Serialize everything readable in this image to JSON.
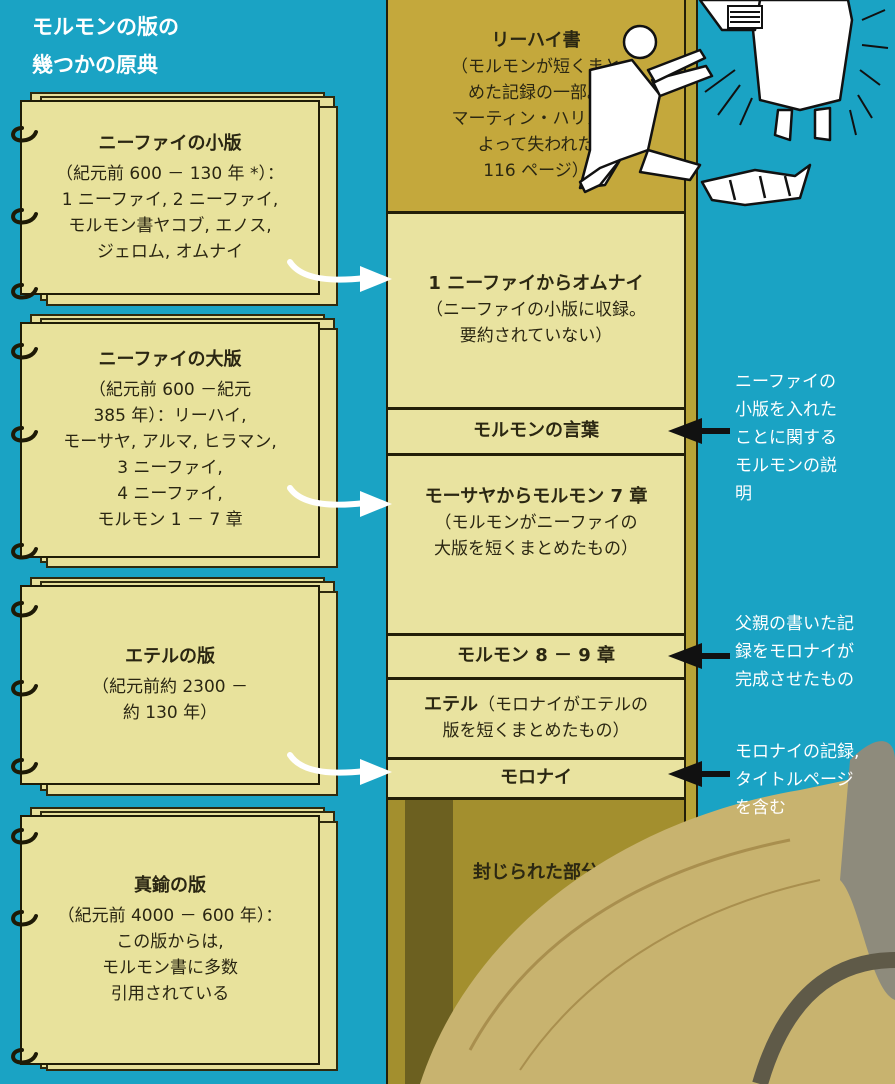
{
  "title": {
    "line1": "モルモンの版の",
    "line2": "幾つかの原典"
  },
  "plates": [
    {
      "name": "ニーファイの小版",
      "lines": [
        "（紀元前 600 － 130 年 *）：",
        "1 ニーファイ, 2 ニーファイ,",
        "モルモン書ヤコブ, エノス,",
        "ジェロム, オムナイ"
      ]
    },
    {
      "name": "ニーファイの大版",
      "lines": [
        "（紀元前 600 －紀元",
        "385 年）：リーハイ,",
        "モーサヤ, アルマ, ヒラマン,",
        "3 ニーファイ,",
        "4 ニーファイ,",
        "モルモン 1 － 7 章"
      ]
    },
    {
      "name": "エテルの版",
      "lines": [
        "（紀元前約 2300 －",
        "約 130 年）"
      ]
    },
    {
      "name": "真鍮の版",
      "lines": [
        "（紀元前 4000 － 600 年）：",
        "この版からは,",
        "モルモン書に多数",
        "引用されている"
      ]
    }
  ],
  "column": {
    "lehi": {
      "head": "リーハイ書",
      "lines": [
        "（モルモンが短くまと",
        "めた記録の一部。",
        "マーティン・ハリスに",
        "よって失われた",
        "116 ページ）"
      ]
    },
    "nephi_omni": {
      "head": "1 ニーファイからオムナイ",
      "lines": [
        "（ニーファイの小版に収録。",
        "要約されていない）"
      ]
    },
    "words_of_mormon": {
      "head": "モルモンの言葉"
    },
    "mosiah_mormon7": {
      "head": "モーサヤからモルモン 7 章",
      "lines": [
        "（モルモンがニーファイの",
        "大版を短くまとめたもの）"
      ]
    },
    "mormon_8_9": {
      "head": "モルモン 8 － 9 章"
    },
    "ether": {
      "head": "エテル",
      "head_rest": "（モロナイがエテルの",
      "lines": [
        "版を短くまとめたもの）"
      ]
    },
    "moroni": {
      "head": "モロナイ"
    },
    "sealed": {
      "head": "封じられた部分"
    }
  },
  "annotations": {
    "words_note": [
      "ニーファイの",
      "小版を入れた",
      "ことに関する",
      "モルモンの説",
      "明"
    ],
    "mormon_note": [
      "父親の書いた記",
      "録をモロナイが",
      "完成させたもの"
    ],
    "moroni_note": [
      "モロナイの記録,",
      "タイトルページ",
      "を含む"
    ]
  },
  "colors": {
    "background": "#1aa3c4",
    "plate": "#e8e29c",
    "column_light": "#e9e3a0",
    "column_dark": "#c2a63a",
    "column_sealed": "#a08d2c",
    "outline": "#231f08"
  }
}
